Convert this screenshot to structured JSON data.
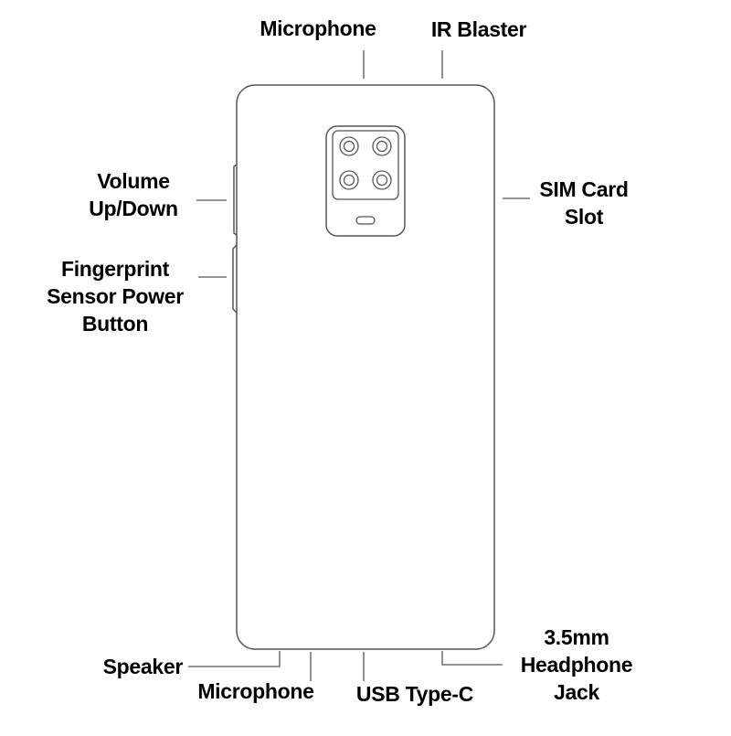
{
  "labels": {
    "microphone_top": "Microphone",
    "ir_blaster": "IR Blaster",
    "volume_line1": "Volume",
    "volume_line2": "Up/Down",
    "fingerprint_line1": "Fingerprint",
    "fingerprint_line2": "Sensor Power",
    "fingerprint_line3": "Button",
    "sim_line1": "SIM Card",
    "sim_line2": "Slot",
    "speaker": "Speaker",
    "microphone_bottom": "Microphone",
    "usb": "USB Type-C",
    "jack_line1": "3.5mm",
    "jack_line2": "Headphone",
    "jack_line3": "Jack"
  },
  "colors": {
    "outline": "#555555",
    "text": "#000000",
    "background": "#ffffff"
  }
}
